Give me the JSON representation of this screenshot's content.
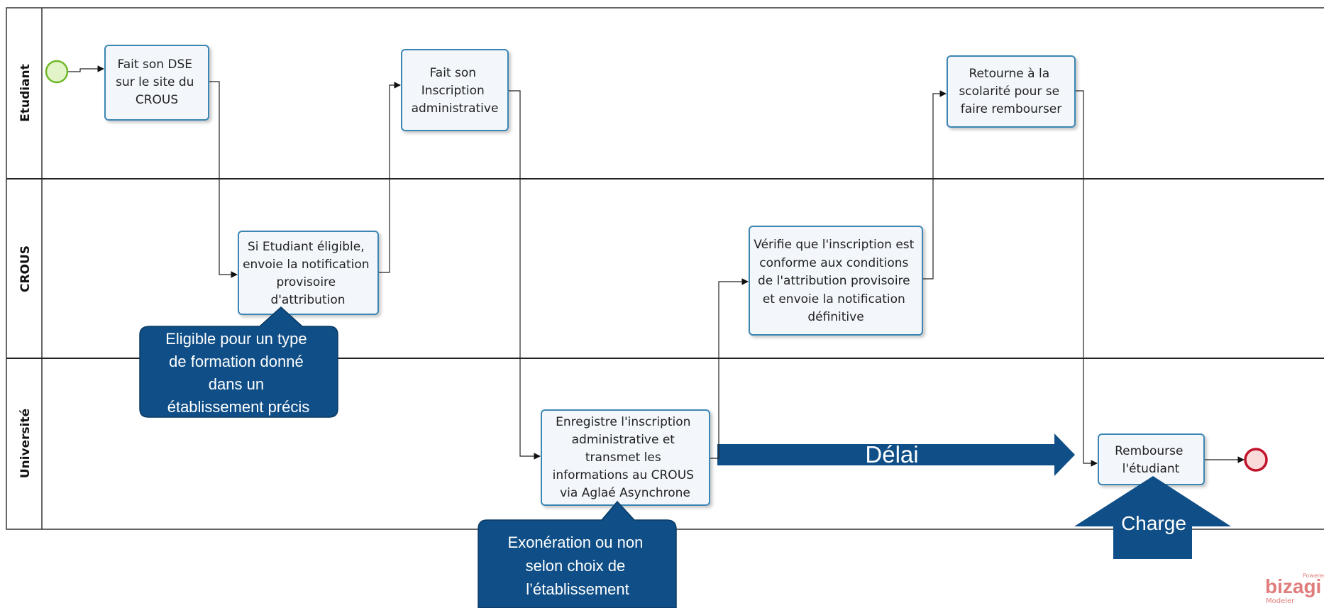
{
  "lanes": [
    {
      "id": "etudiant",
      "label": "Etudiant"
    },
    {
      "id": "crous",
      "label": "CROUS"
    },
    {
      "id": "universite",
      "label": "Université"
    }
  ],
  "tasks": [
    {
      "id": "dse",
      "lines": [
        "Fait son DSE",
        "sur le site du",
        "CROUS"
      ]
    },
    {
      "id": "notification",
      "lines": [
        "Si Etudiant éligible,",
        "envoie la notification",
        "provisoire",
        "d'attribution"
      ]
    },
    {
      "id": "inscription",
      "lines": [
        "Fait son",
        "Inscription",
        "administrative"
      ]
    },
    {
      "id": "enregistre",
      "lines": [
        "Enregistre l'inscription",
        "administrative et",
        "transmet les",
        "informations au CROUS",
        "via Aglaé Asynchrone"
      ]
    },
    {
      "id": "verifie",
      "lines": [
        "Vérifie que l'inscription est",
        "conforme aux conditions",
        "de l'attribution provisoire",
        "et envoie la notification",
        "définitive"
      ]
    },
    {
      "id": "retourne",
      "lines": [
        "Retourne à la",
        "scolarité  pour se",
        "faire rembourser"
      ]
    },
    {
      "id": "rembourse",
      "lines": [
        "Rembourse",
        "l'étudiant"
      ]
    }
  ],
  "callouts": [
    {
      "id": "eligible",
      "lines": [
        "Eligible pour un type",
        "de formation donné",
        "dans un",
        "établissement précis"
      ]
    },
    {
      "id": "exoneration",
      "lines": [
        "Exonération ou non",
        "selon choix de",
        "l’établissement"
      ]
    }
  ],
  "big_arrows": [
    {
      "id": "delai",
      "label": "Délai"
    },
    {
      "id": "charge",
      "label": "Charge"
    }
  ],
  "watermark": {
    "powered": "Powered by",
    "brand": "bizagi",
    "product": "Modeler"
  },
  "colors": {
    "task_fill": "#f3f7fb",
    "task_border": "#3a86b4",
    "callout_fill": "#0f4e86",
    "start_stroke": "#6fb82a",
    "start_fill": "#e3f4c8",
    "end_stroke": "#c0142b",
    "end_fill": "#fbdada",
    "watermark": "#e07c7c"
  }
}
